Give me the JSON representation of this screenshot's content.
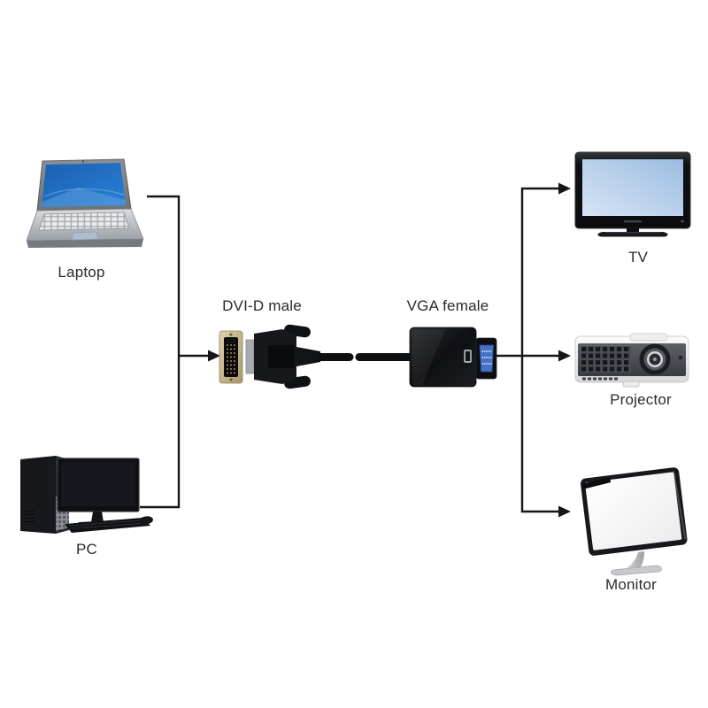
{
  "diagram": {
    "sources": [
      {
        "id": "laptop",
        "label": "Laptop"
      },
      {
        "id": "pc",
        "label": "PC"
      }
    ],
    "adapter": {
      "input_label": "DVI-D male",
      "output_label": "VGA female"
    },
    "outputs": [
      {
        "id": "tv",
        "label": "TV"
      },
      {
        "id": "projector",
        "label": "Projector"
      },
      {
        "id": "monitor",
        "label": "Monitor"
      }
    ]
  },
  "colors": {
    "line": "#161616",
    "text": "#2a2a2a",
    "laptop_screen": "#1e6fc4",
    "vga_port_blue": "#4472c8",
    "tv_screen": "#b9cfe9",
    "dvi_gold": "#c9b889"
  }
}
